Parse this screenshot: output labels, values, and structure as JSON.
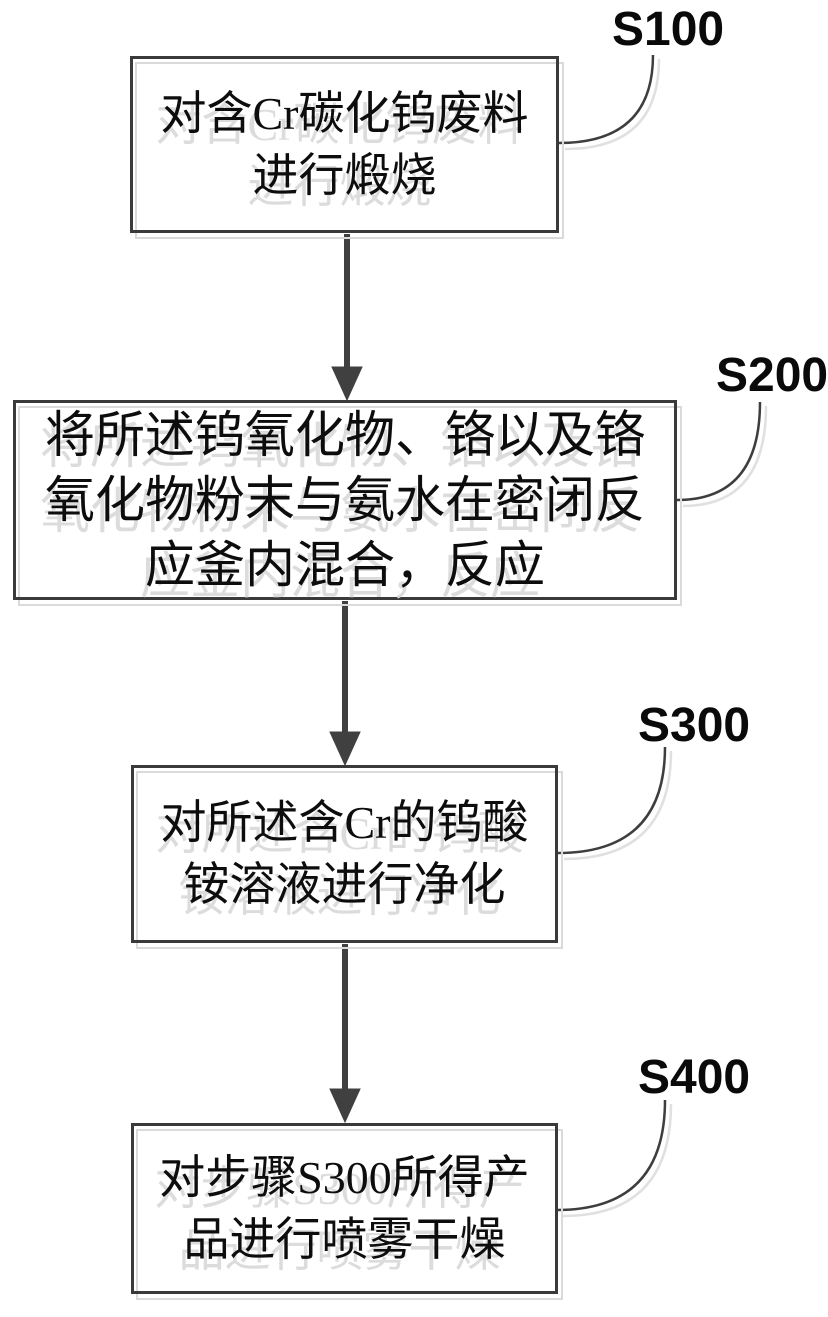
{
  "figure": {
    "type": "flowchart",
    "colors": {
      "box_border": "#3a3a3a",
      "ghost_gray": "#dadada",
      "arrow": "#404040",
      "text": "#0d0d0d",
      "background": "#ffffff"
    },
    "steps": [
      {
        "label": "S100",
        "text": "对含Cr碳化钨废料进行煅烧",
        "lines": [
          "对含Cr碳化钨废料",
          "进行煅烧"
        ]
      },
      {
        "label": "S200",
        "text": "将所述钨氧化物、铬以及铬氧化物粉末与氨水在密闭反应釜内混合，反应",
        "lines": [
          "将所述钨氧化物、铬以及铬",
          "氧化物粉末与氨水在密闭反",
          "应釜内混合，反应"
        ]
      },
      {
        "label": "S300",
        "text": "对所述含Cr的钨酸铵溶液进行净化",
        "lines": [
          "对所述含Cr的钨酸",
          "铵溶液进行净化"
        ]
      },
      {
        "label": "S400",
        "text": "对步骤S300所得产品进行喷雾干燥",
        "lines": [
          "对步骤S300所得产",
          "品进行喷雾干燥"
        ]
      }
    ]
  }
}
